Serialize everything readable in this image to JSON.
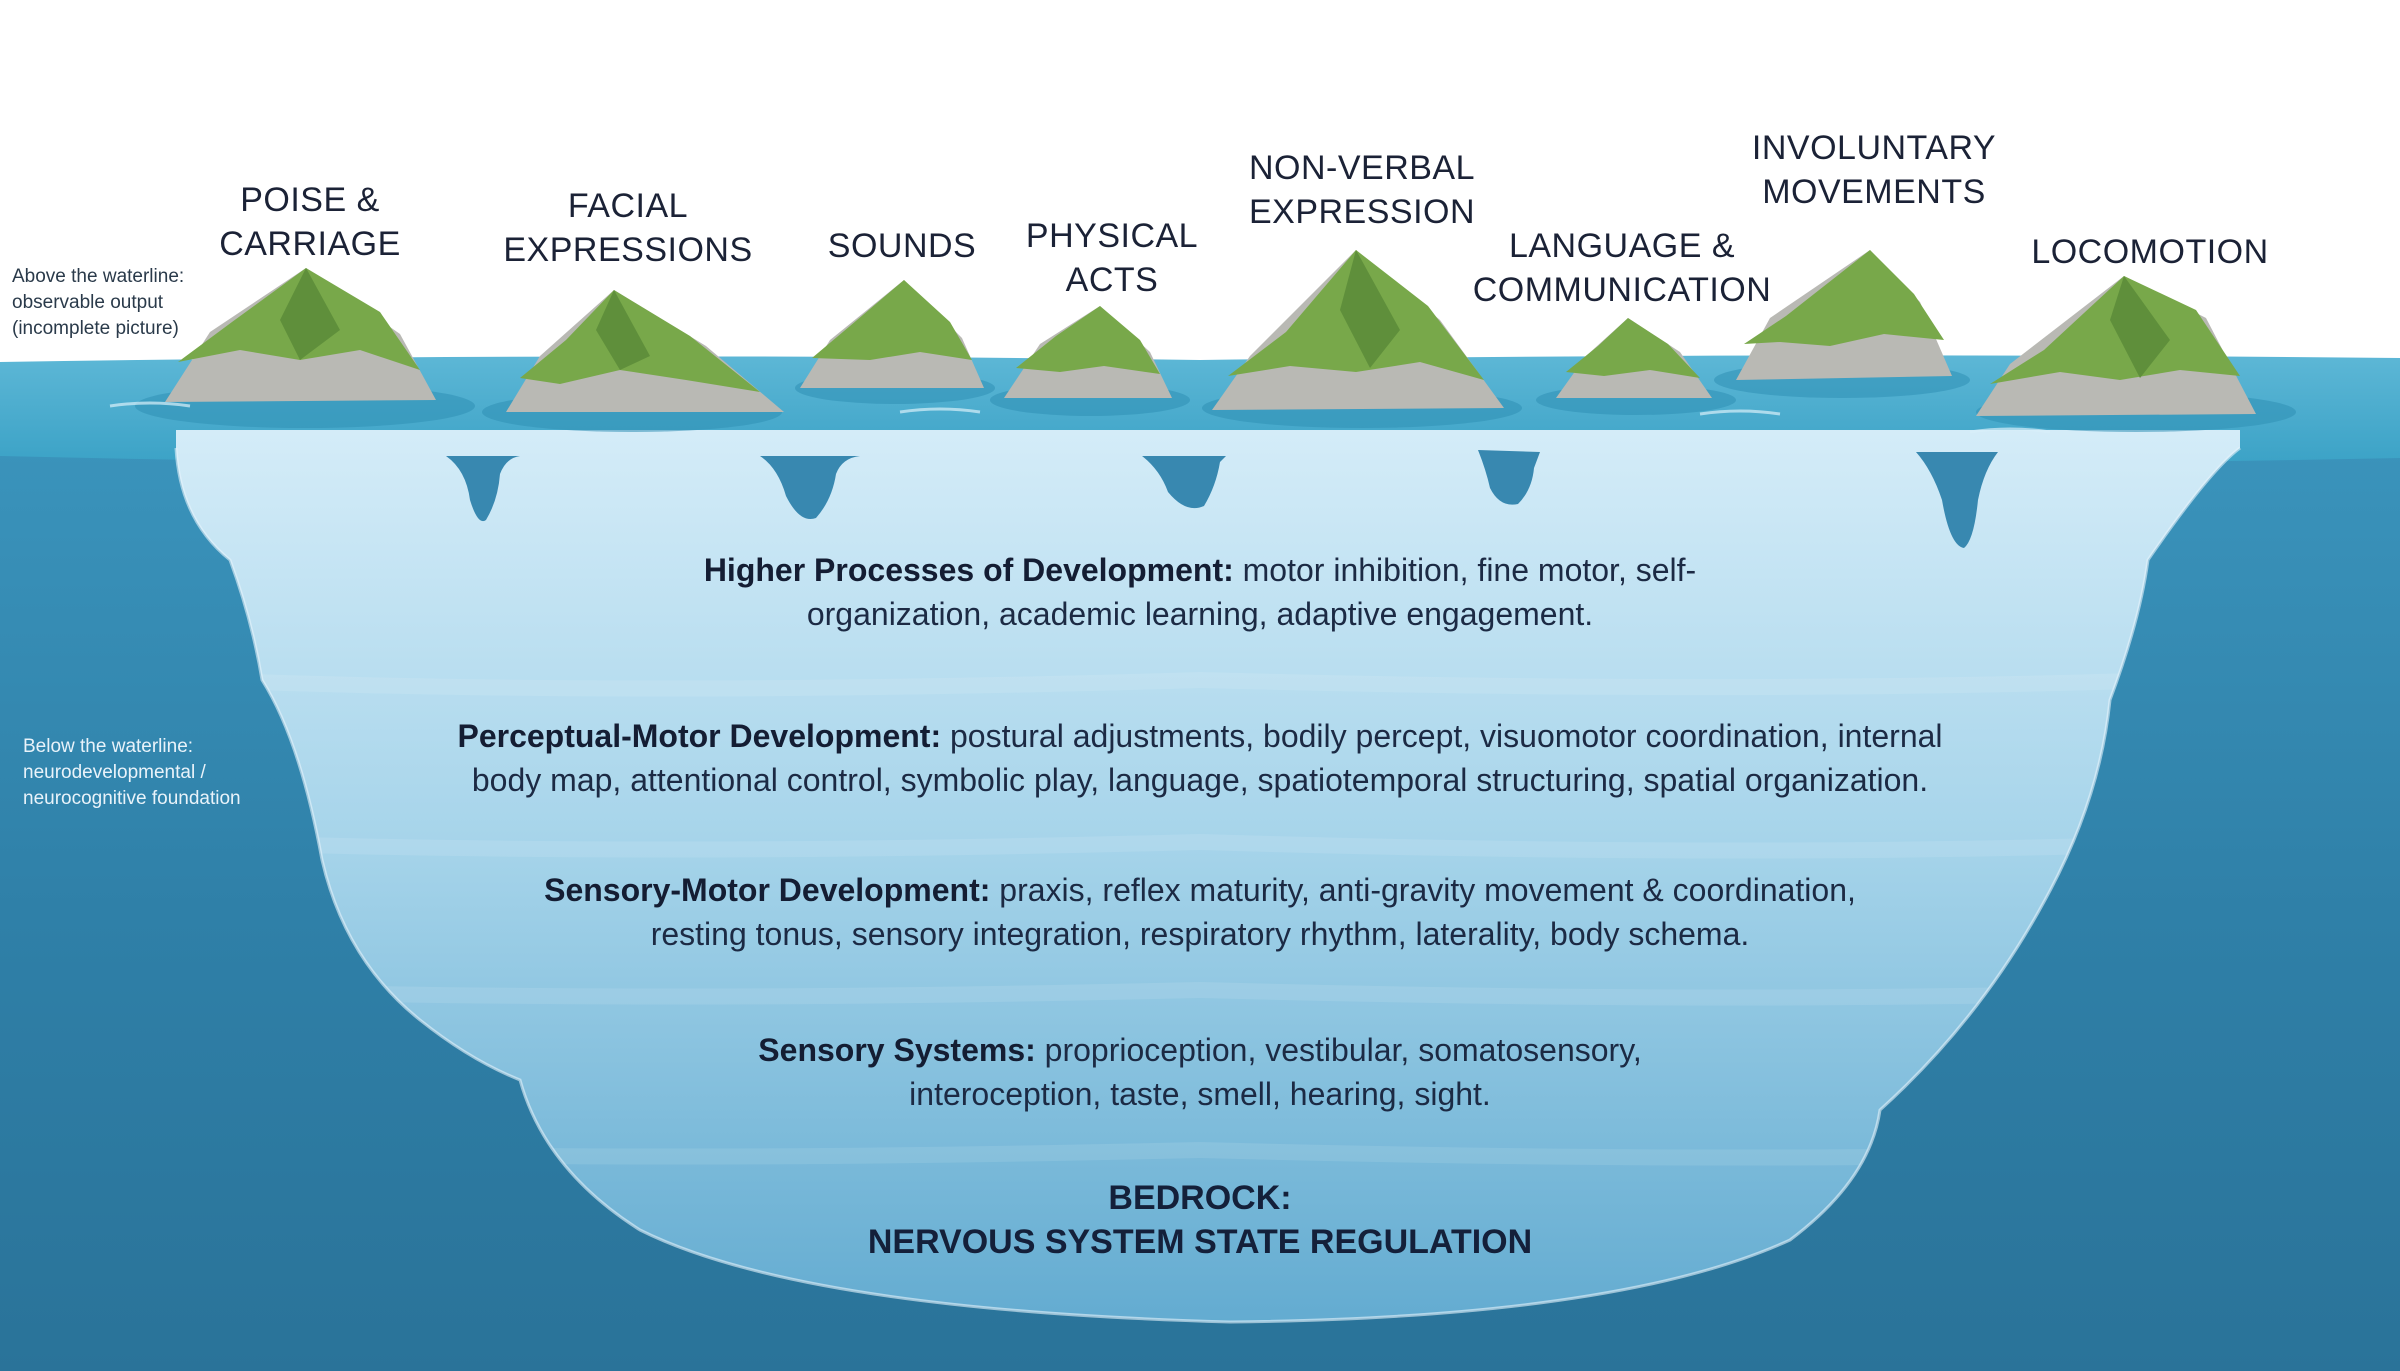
{
  "side_notes": {
    "above": [
      "Above the waterline:",
      "observable output",
      "(incomplete picture)"
    ],
    "below": [
      "Below the waterline:",
      "neurodevelopmental /",
      "neurocognitive foundation"
    ]
  },
  "islands": [
    {
      "lines": [
        "POISE &",
        "CARRIAGE"
      ]
    },
    {
      "lines": [
        "FACIAL",
        "EXPRESSIONS"
      ]
    },
    {
      "lines": [
        "SOUNDS"
      ]
    },
    {
      "lines": [
        "PHYSICAL",
        "ACTS"
      ]
    },
    {
      "lines": [
        "NON-VERBAL",
        "EXPRESSION"
      ]
    },
    {
      "lines": [
        "LANGUAGE &",
        "COMMUNICATION"
      ]
    },
    {
      "lines": [
        "INVOLUNTARY",
        "MOVEMENTS"
      ]
    },
    {
      "lines": [
        "LOCOMOTION"
      ]
    }
  ],
  "layers": [
    {
      "title": "Higher Processes of Development:",
      "line1": " motor inhibition, fine motor, self-",
      "line2": "organization, academic learning, adaptive engagement."
    },
    {
      "title": "Perceptual-Motor Development:",
      "line1": " postural adjustments, bodily percept, visuomotor coordination, internal",
      "line2": "body map, attentional control, symbolic play, language, spatiotemporal structuring, spatial organization."
    },
    {
      "title": "Sensory-Motor Development:",
      "line1": " praxis, reflex maturity, anti-gravity movement & coordination,",
      "line2": "resting tonus, sensory integration, respiratory rhythm, laterality, body schema."
    },
    {
      "title": "Sensory Systems:",
      "line1": " proprioception, vestibular, somatosensory,",
      "line2": "interoception, taste, smell, hearing, sight."
    }
  ],
  "bedrock": {
    "line1": "BEDROCK:",
    "line2": "NERVOUS SYSTEM STATE REGULATION"
  },
  "colors": {
    "sky": "#ffffff",
    "surface_water": "#3fa6c8",
    "deep_water": "#2e7fa6",
    "ice_top": "#cde8f6",
    "ice_bottom": "#6fb4d6",
    "island_green": "#78a84a",
    "island_rock": "#b9b9b4",
    "text": "#1b2236"
  }
}
